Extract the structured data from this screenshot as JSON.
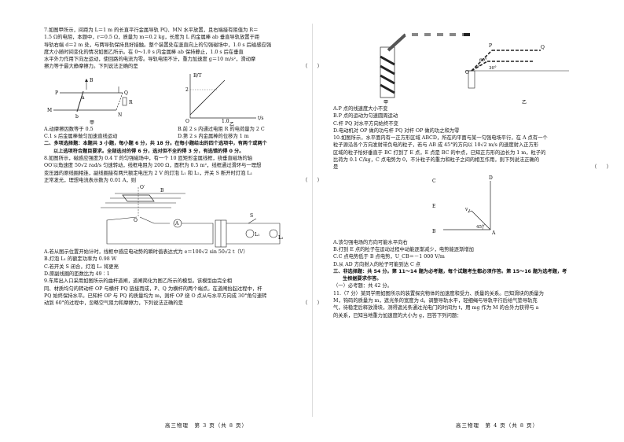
{
  "left": {
    "q7": {
      "lines": [
        "7.如图甲所示，间距为 L＝1 m 的长直平行金属导轨 PQ、MN 水平放置，且右端接有阻值为 R＝",
        "1.5 Ω的电阻，本题中，r＝0.5 Ω，质量为 m＝0.2 kg，长度为 L 的金属棒 ab 垂直导轨放置于距",
        "导轨右端 d＝2 m 处，与两导轨保持良好接触。整个装置处在竖直向上的匀强磁场中，1.0 s 后磁感应强",
        "度大小随时间变化的情况如图乙所示。在 0～1.0 s 内金属棒 ab 保持静止，1.0 s 后在垂直",
        "水平外力作用下向左运动，使回路的电流为零。导轨电阻不计，重力加速度 g＝10 m/s²，滑动摩",
        "擦力等于最大静摩擦力。下列说法正确的是"
      ],
      "paren": "（　　）",
      "fig_jia_label": "甲",
      "fig_yi_label": "乙",
      "fig_jia_letters": [
        "P",
        "a",
        "B",
        "Q",
        "R",
        "M",
        "b",
        "N"
      ],
      "fig_yi_axis_y": "B/T",
      "fig_yi_axis_x": "t/s",
      "fig_yi_ticks": [
        "2",
        "O",
        "1.0"
      ],
      "opts": [
        [
          "A.动摩擦因数等于 0.5",
          "B.前 2 s 内通过电阻 R 的电荷量为 2 C"
        ],
        [
          "C.1 s 后金属棒做匀加速直线运动",
          "D.第 2 s 内金属棒的位移为 1 m"
        ]
      ]
    },
    "sec2": {
      "line1": "二、多项选择题：本题共 3 小题，每小题 6 分，共 18 分。在每小题给出的四个选项中，有两个或两个",
      "line2": "以上选项符合题目要求。全部选对的得 6 分，选对但不全的得 3 分，有选错的得 0 分。"
    },
    "q8": {
      "lines": [
        "8.如图所示，磁感应强度为 0.4 T 的匀强磁场中，有一个 10 匝矩形金属线框，绕垂直磁场的轴",
        "OO′以角速度 50√2 rad/s 匀速转动，线框电阻为 200 Ω，面积为 0.5 m²，线框通过滑环与一理想",
        "变压器的原线圈相连，副线圈接有两只额定电压为 2 V 的灯泡 L₁ 和 L₂，开关 S 断开时灯泡 L₁",
        "正常发光，理想电流表示数为 0.01 A，则"
      ],
      "paren": "（　　）",
      "fig_letters": [
        "O′",
        "B",
        "O",
        "A",
        "S",
        "L₁",
        "L₂"
      ],
      "opts": [
        "A.若从图示位置开始计时，线框中感应电动势的瞬时值表达式为 e＝100√2 sin 50√2 t（V）",
        "B.灯泡 L₁ 的额定功率为 0.98 W",
        "C.若开关 S 闭合，灯泡 L₁ 将更亮",
        "D.原副线圈的匝数比为 49∶1"
      ]
    },
    "q9": {
      "lines": [
        "9.车库出入口采用如图所示的曲杆道闸，道闸简化为图乙所示的模型。该模型由完全相",
        "同、材质均匀的转动杆 OP 与横杆 PQ 链接而成，P、Q 为横杆的两个端点。在道闸抬起过程中，杆",
        "PQ 始终保持水平。已知杆 OP 与 PQ 的质量均为 m，则杆 OP 绕 O 点从与水平方向成 30°角匀速转",
        "动到 60°的过程中，忽略空气阻力和摩擦力，下列说法正确的是"
      ],
      "paren": "（　　）"
    },
    "footer": "高三物理　第 3 页（共 8 页）"
  },
  "right": {
    "fig9_jia_label": "甲",
    "fig9_yi_label": "乙",
    "fig9_letters": [
      "P",
      "Q",
      "O",
      "60°",
      "30°"
    ],
    "q9_opts": [
      "A.P 点的线速度大小不变",
      "B.P 点的运动为匀速圆周运动",
      "C.杆 PQ 对水平方向始终不变",
      "D.电动机对 OP 做的功与杆 PQ 对杆 OP 做的功之和为零"
    ],
    "q10": {
      "lines": [
        "10.如图所示，水平面内有一正方形区域 ABCD，所在的平面与某一匀强电场平行，在 A 点有一个",
        "粒子源沿各个方向发射带负电的粒子，若与 AB 成 45°的方向以 10√2 m/s 的速度射入正方形",
        "区域的粒子恰好垂直于 BC 打到了 E 点，E 点是 BC 的中点，已知正方形的边长为 1 m，粒子的",
        "比荷为 0.1 C/kg，C 点电势为 0，不计粒子的重力和粒子之间的相互作用，则下列说法正确的",
        "是"
      ],
      "paren": "（　　）",
      "fig_letters": [
        "C",
        "D",
        "E",
        "v",
        "B",
        "45°",
        "A"
      ],
      "opts": [
        "A.该匀强电场的方向可能水平向右",
        "B.打到 E 点的粒子在运动过程中动能逐渐减少，电势能逐渐增加",
        "C.C 点电势低于 B 点电势，U_CB＝－1 000 V/m",
        "D.从 AD 方向射入的粒子可能到达 C 点"
      ]
    },
    "sec3": {
      "line1": "三、非选择题：共 54 分。第 11～14 题为必考题，每个试题考生都必须作答。第 15～16 题为选考题，考",
      "line2": "生根据要求作答。",
      "sub": "（一）必考题：共 42 分。"
    },
    "q11": {
      "lines": [
        "11.（7 分）某同学用如图所示的装置探究物体的加速度和受力、质量的关系。已知滑块的质量为",
        "M，钩码的质量为 m，遮光条的宽度为 d。调整导轨水平，轻细绳与导轨平行后给气垫导轨充",
        "气，待稳定后释放滑块，测得遮光条通过光电门的时间为 t，用 mg 作为 M 的合外力获得与 a",
        "的关系，已知当地重力加速度的大小为 g，回答下列问题："
      ]
    },
    "footer": "高三物理　第 4 页（共 8 页）"
  }
}
